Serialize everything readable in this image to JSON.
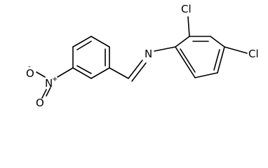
{
  "molecule": {
    "atoms": {
      "nitrogen_imine": "N",
      "chlorine_ortho": "Cl",
      "chlorine_para": "Cl",
      "nitro_nitrogen": "N",
      "nitro_oxygen_top": "O",
      "nitro_oxygen_right": "O",
      "nitro_nitrogen_charge": "+",
      "nitro_oxygen_charge": "-"
    }
  }
}
